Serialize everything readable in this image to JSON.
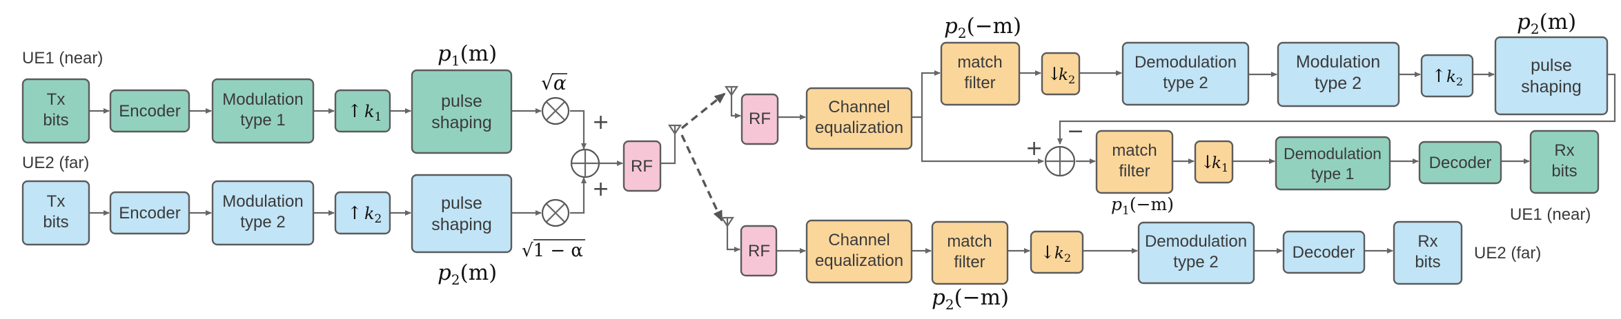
{
  "labels": {
    "ue1_tx": "UE1 (near)",
    "ue2_tx": "UE2 (far)",
    "ue1_rx": "UE1 (near)",
    "ue2_rx": "UE2 (far)"
  },
  "blocks": {
    "tx1_bits": [
      "Tx",
      "bits"
    ],
    "tx1_encoder": [
      "Encoder"
    ],
    "tx1_mod": [
      "Modulation",
      "type 1"
    ],
    "tx1_pulse": [
      "pulse",
      "shaping"
    ],
    "tx2_bits": [
      "Tx",
      "bits"
    ],
    "tx2_encoder": [
      "Encoder"
    ],
    "tx2_mod": [
      "Modulation",
      "type 2"
    ],
    "tx2_pulse": [
      "pulse",
      "shaping"
    ],
    "tx_rf": [
      "RF"
    ],
    "rx1_rf": [
      "RF"
    ],
    "rx1_eq": [
      "Channel",
      "equalization"
    ],
    "rx1_mf2": [
      "match",
      "filter"
    ],
    "rx1_demod2": [
      "Demodulation",
      "type 2"
    ],
    "rx1_mod2": [
      "Modulation",
      "type 2"
    ],
    "rx1_pulse2": [
      "pulse",
      "shaping"
    ],
    "rx1_mf1": [
      "match",
      "filter"
    ],
    "rx1_demod1": [
      "Demodulation",
      "type 1"
    ],
    "rx1_decoder": [
      "Decoder"
    ],
    "rx1_bits": [
      "Rx",
      "bits"
    ],
    "rx2_rf": [
      "RF"
    ],
    "rx2_eq": [
      "Channel",
      "equalization"
    ],
    "rx2_mf": [
      "match",
      "filter"
    ],
    "rx2_demod": [
      "Demodulation",
      "type 2"
    ],
    "rx2_decoder": [
      "Decoder"
    ],
    "rx2_bits": [
      "Rx",
      "bits"
    ]
  },
  "samplers": {
    "tx1_up": {
      "arrow": "↑",
      "factor": "k",
      "sub": "1"
    },
    "tx2_up": {
      "arrow": "↑",
      "factor": "k",
      "sub": "2"
    },
    "rx1_down2": {
      "arrow": "↓",
      "factor": "k",
      "sub": "2"
    },
    "rx1_up2": {
      "arrow": "↑",
      "factor": "k",
      "sub": "2"
    },
    "rx1_down1": {
      "arrow": "↓",
      "factor": "k",
      "sub": "1"
    },
    "rx2_down2": {
      "arrow": "↓",
      "factor": "k",
      "sub": "2"
    }
  },
  "filters": {
    "tx1": {
      "p": "p",
      "sub": "1",
      "arg": "(m)"
    },
    "tx2": {
      "p": "p",
      "sub": "2",
      "arg": "(m)"
    },
    "rx1_mf2": {
      "p": "p",
      "sub": "2",
      "arg": "(−m)"
    },
    "rx1_pulse2": {
      "p": "p",
      "sub": "2",
      "arg": "(m)"
    },
    "rx1_mf1": {
      "p": "p",
      "sub": "1",
      "arg": "(−m)"
    },
    "rx2_mf": {
      "p": "p",
      "sub": "2",
      "arg": "(−m)"
    }
  },
  "gains": {
    "upper_root": "√",
    "upper_arg": "α",
    "lower_root": "√",
    "lower_arg": "1 − α"
  },
  "signs": {
    "tx_plus_top": "+",
    "tx_plus_bottom": "+",
    "sic_plus": "+",
    "sic_minus": "−"
  },
  "colors": {
    "ue1_block": "#93d1bf",
    "ue2_block": "#c1e4f6",
    "receiver_block": "#fbd69a",
    "rf_block": "#f6c6d6"
  }
}
